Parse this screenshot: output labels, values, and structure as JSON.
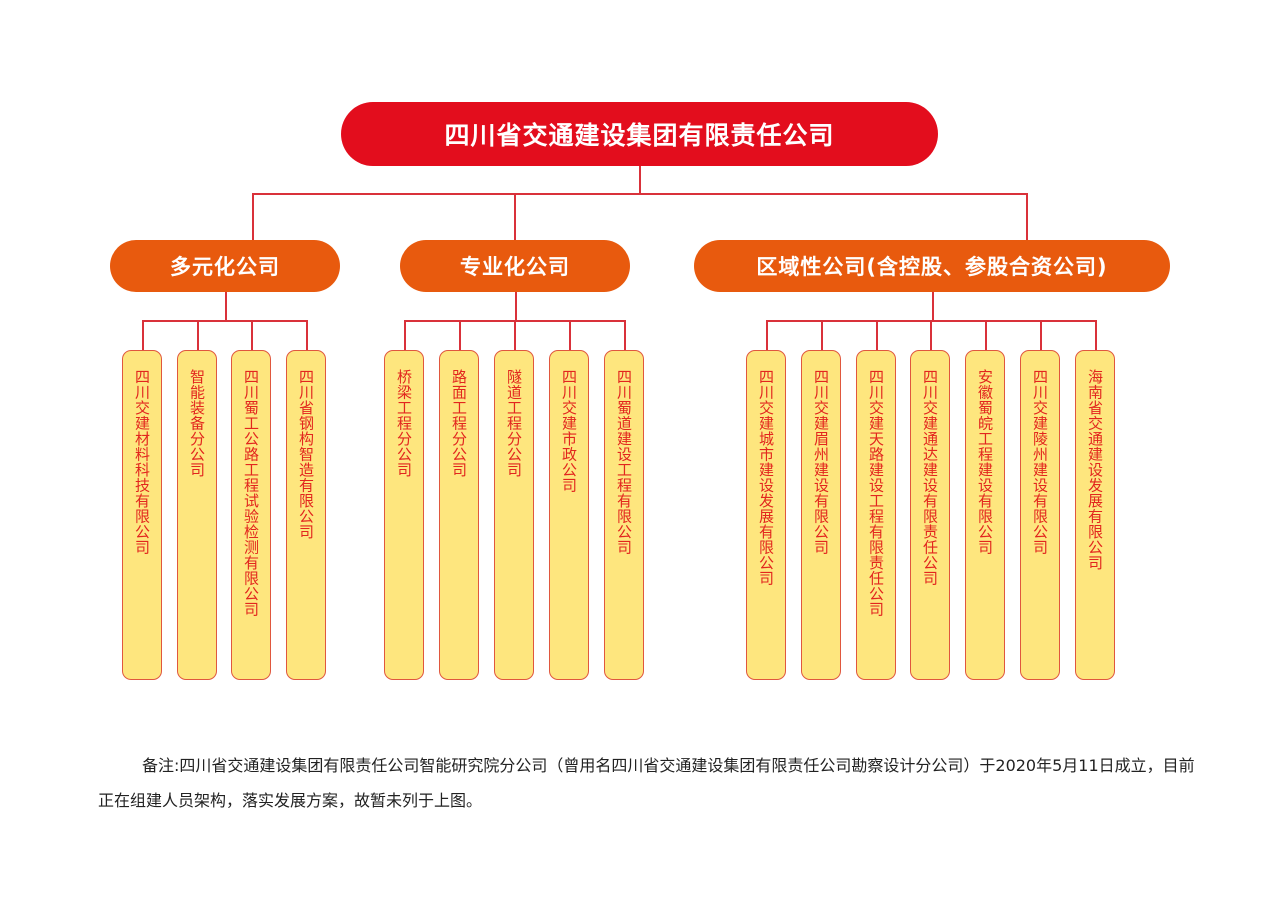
{
  "root": "四川省交通建设集团有限责任公司",
  "groups": [
    {
      "label": "多元化公司",
      "children": [
        "四川交建材料科技有限公司",
        "智能装备分公司",
        "四川蜀工公路工程试验检测有限公司",
        "四川省钢构智造有限公司"
      ]
    },
    {
      "label": "专业化公司",
      "children": [
        "桥梁工程分公司",
        "路面工程分公司",
        "隧道工程分公司",
        "四川交建市政公司",
        "四川蜀道建设工程有限公司"
      ]
    },
    {
      "label": "区域性公司(含控股、参股合资公司)",
      "children": [
        "四川交建城市建设发展有限公司",
        "四川交建眉州建设有限公司",
        "四川交建天路建设工程有限责任公司",
        "四川交建通达建设有限责任公司",
        "安徽蜀皖工程建设有限公司",
        "四川交建陵州建设有限公司",
        "海南省交通建设发展有限公司"
      ]
    }
  ],
  "note": "备注:四川省交通建设集团有限责任公司智能研究院分公司（曾用名四川省交通建设集团有限责任公司勘察设计分公司）于2020年5月11日成立，目前正在组建人员架构，落实发展方案，故暂未列于上图。",
  "colors": {
    "root": "#e30d1d",
    "group": "#e85a0e",
    "leaf": "#fee67e",
    "line": "#d9313a"
  }
}
